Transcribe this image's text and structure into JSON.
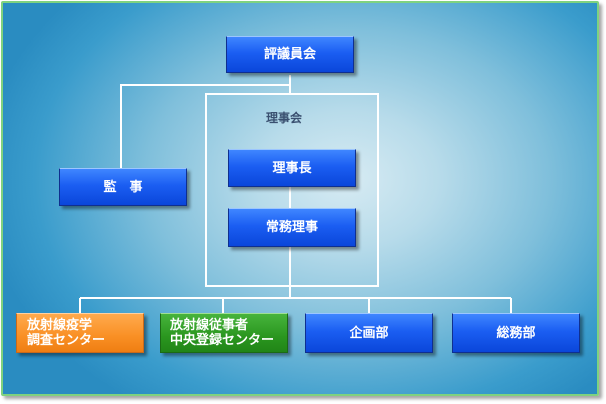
{
  "org_chart": {
    "council": "評議員会",
    "board_frame_label": "理事会",
    "chairman": "理事長",
    "executive_director": "常務理事",
    "auditor": "監　事",
    "departments": {
      "rerf": {
        "line1": "放射線疫学",
        "line2": "調査センター"
      },
      "registry": {
        "line1": "放射線従事者",
        "line2": "中央登録センター"
      },
      "planning": "企画部",
      "general_affairs": "総務部"
    }
  },
  "colors": {
    "box_blue": "#1b5ef2",
    "box_orange": "#f98f24",
    "box_green": "#2a961f",
    "connector": "#ffffff",
    "background": "#7fbfdb"
  }
}
